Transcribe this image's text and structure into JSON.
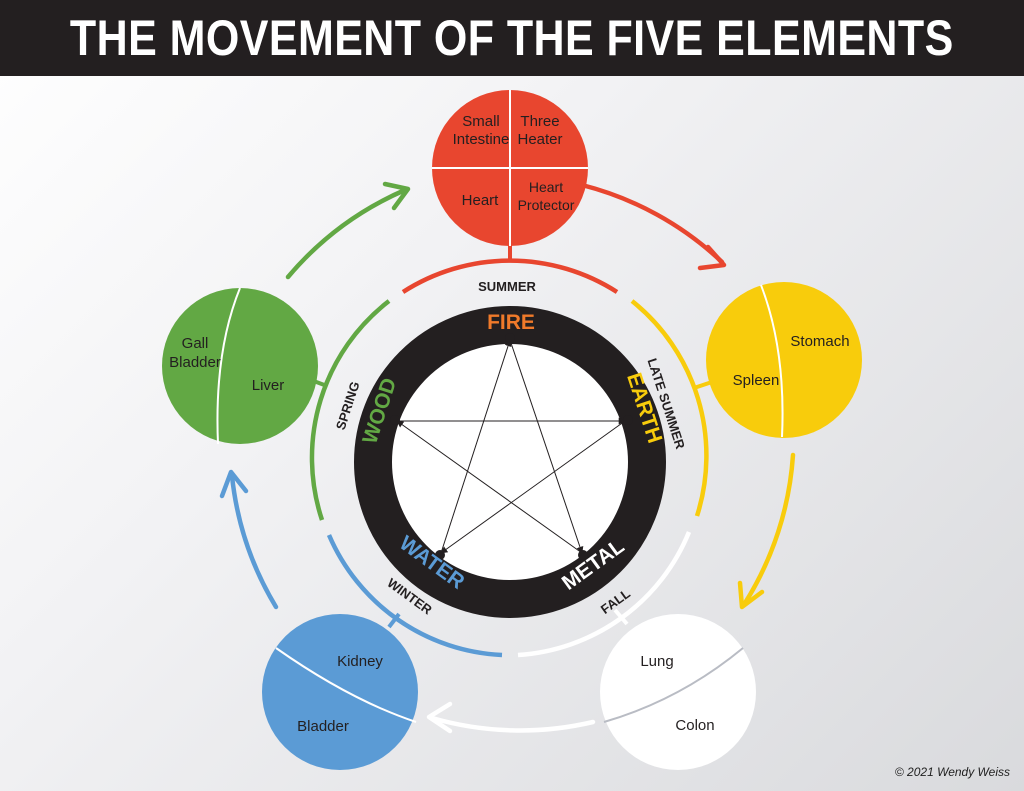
{
  "title": "THE MOVEMENT OF THE FIVE ELEMENTS",
  "copyright": "© 2021 Wendy Weiss",
  "colors": {
    "fire": "#e8462f",
    "earth": "#f8cc0c",
    "metal": "#ffffff",
    "water": "#5b9bd5",
    "wood": "#62a844",
    "ring": "#231f20",
    "fire_text": "#f07a2a",
    "earth_text": "#f8cc0c",
    "metal_text": "#ffffff",
    "water_text": "#5b9bd5",
    "wood_text": "#62a844"
  },
  "elements": {
    "fire": "FIRE",
    "earth": "EARTH",
    "metal": "METAL",
    "water": "WATER",
    "wood": "WOOD"
  },
  "seasons": {
    "summer": "SUMMER",
    "late_summer": "LATE SUMMER",
    "fall": "FALL",
    "winter": "WINTER",
    "spring": "SPRING"
  },
  "organs": {
    "fire": {
      "small_intestine_1": "Small",
      "small_intestine_2": "Intestine",
      "three_heater_1": "Three",
      "three_heater_2": "Heater",
      "heart": "Heart",
      "heart_protector_1": "Heart",
      "heart_protector_2": "Protector"
    },
    "earth": {
      "stomach": "Stomach",
      "spleen": "Spleen"
    },
    "metal": {
      "lung": "Lung",
      "colon": "Colon"
    },
    "water": {
      "kidney": "Kidney",
      "bladder": "Bladder"
    },
    "wood": {
      "gall_bladder_1": "Gall",
      "gall_bladder_2": "Bladder",
      "liver": "Liver"
    }
  }
}
